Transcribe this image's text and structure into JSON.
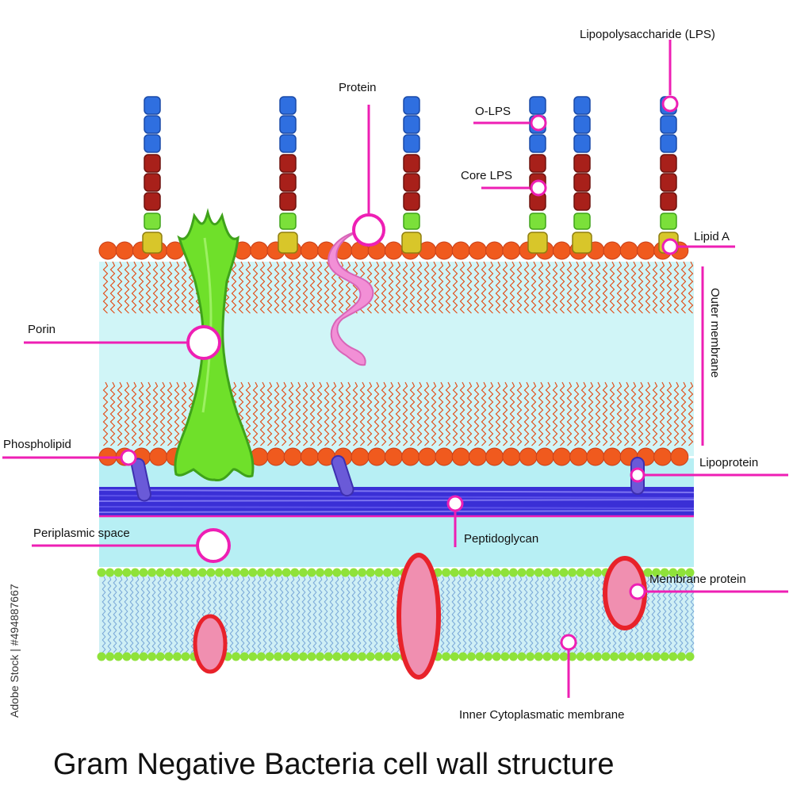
{
  "diagram": {
    "title": "Gram Negative Bacteria cell wall structure",
    "watermark": "Adobe Stock | #494887667",
    "labels": {
      "lps": "Lipopolysaccharide (LPS)",
      "protein": "Protein",
      "olps": "O-LPS",
      "core_lps": "Core LPS",
      "lipid_a": "Lipid A",
      "outer_membrane": "Outer membrane",
      "porin": "Porin",
      "phospholipid": "Phospholipid",
      "lipoprotein": "Lipoprotein",
      "peptidoglycan": "Peptidoglycan",
      "periplasmic_space": "Periplasmic space",
      "membrane_protein": "Membrane protein",
      "inner_membrane": "Inner Cytoplasmatic membrane"
    },
    "colors": {
      "pointer": "#ee1fb4",
      "head_outer": "#f05a1e",
      "tail_outer": "#e2501c",
      "periplasm": "#b7eff4",
      "outer_core": "#d0f5f7",
      "peptidoglycan": "#3a2fd6",
      "inner_head": "#8fe23a",
      "inner_tail": "#7aa8d8",
      "o_antigen": "#2f6fe0",
      "core_sugar": "#a8201a",
      "lipid_a_green": "#7be03a",
      "lipid_a_yellow": "#d8c62a",
      "porin": "#6fe02a",
      "protein": "#f28fd6",
      "lipoprotein": "#6a5ad8",
      "membrane_protein_fill": "#f08fb0",
      "membrane_protein_stroke": "#e8222a"
    }
  }
}
